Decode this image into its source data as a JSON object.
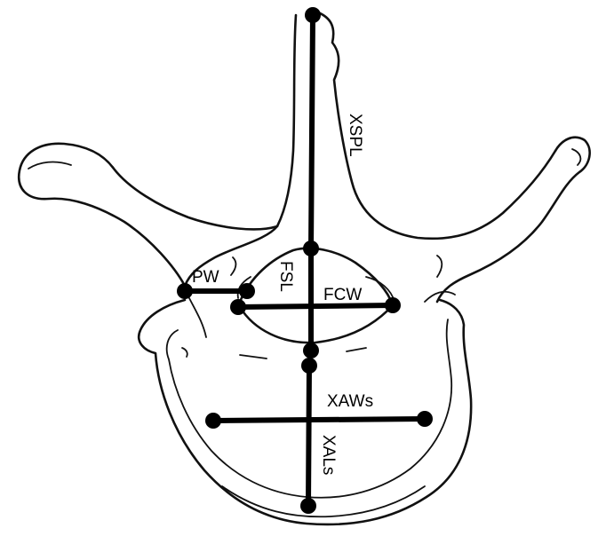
{
  "labels": {
    "xspl": "XSPL",
    "fsl": "FSL",
    "pw": "PW",
    "fcw": "FCW",
    "xaws": "XAWs",
    "xals": "XALs"
  }
}
